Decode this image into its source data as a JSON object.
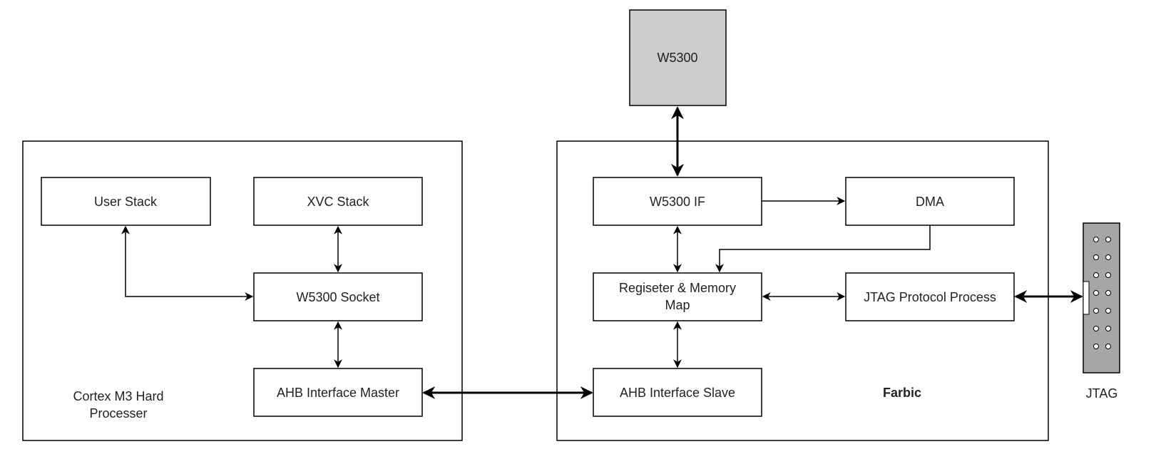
{
  "colors": {
    "stroke": "#000000",
    "w5300_fill": "#cccccc",
    "jtag_fill": "#a6a6a6",
    "pin_fill": "#ffffff"
  },
  "chips": {
    "w5300": "W5300",
    "jtag_label": "JTAG"
  },
  "processor": {
    "label_line1": "Cortex M3 Hard",
    "label_line2": "Processer",
    "user_stack": "User Stack",
    "xvc_stack": "XVC Stack",
    "w5300_socket": "W5300 Socket",
    "ahb_master": "AHB Interface Master"
  },
  "fabric": {
    "label": "Farbic",
    "w5300_if": "W5300 IF",
    "dma": "DMA",
    "regmap_line1": "Regiseter & Memory",
    "regmap_line2": "Map",
    "jtag_protocol": "JTAG Protocol Process",
    "ahb_slave": "AHB Interface Slave"
  }
}
